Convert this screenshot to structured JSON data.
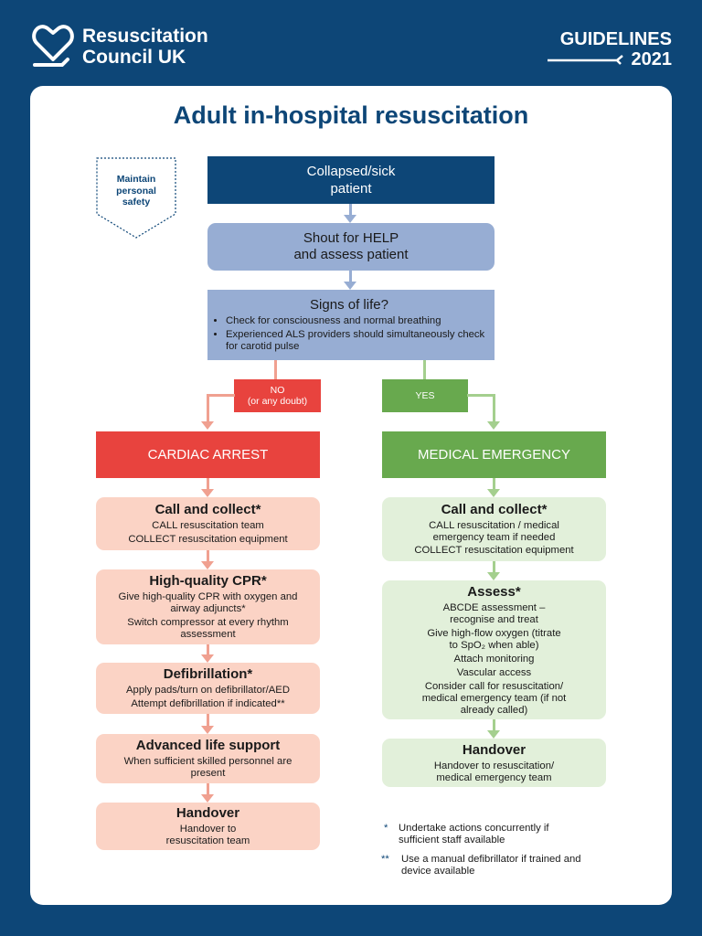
{
  "header": {
    "logo_line1": "Resuscitation",
    "logo_line2": "Council UK",
    "guidelines": "GUIDELINES",
    "year": "2021"
  },
  "title": "Adult in-hospital resuscitation",
  "safety": "Maintain personal safety",
  "nodes": {
    "collapsed": "Collapsed/sick patient",
    "shout_line1": "Shout for HELP",
    "shout_line2": "and assess patient",
    "signs_title": "Signs of life?",
    "signs_bullets": [
      "Check for consciousness and normal breathing",
      "Experienced ALS providers should simultaneously check for carotid pulse"
    ],
    "no_line1": "NO",
    "no_line2": "(or any doubt)",
    "yes": "YES",
    "cardiac_arrest": "CARDIAC ARREST",
    "medical_emergency": "MEDICAL EMERGENCY"
  },
  "left": [
    {
      "title": "Call and collect*",
      "lines": [
        "CALL resuscitation team",
        "COLLECT resuscitation equipment"
      ]
    },
    {
      "title": "High-quality CPR*",
      "lines": [
        "Give high-quality CPR with oxygen and airway adjuncts*",
        "Switch compressor at every rhythm assessment"
      ]
    },
    {
      "title": "Defibrillation*",
      "lines": [
        "Apply pads/turn on defibrillator/AED",
        "Attempt defibrillation if indicated**"
      ]
    },
    {
      "title": "Advanced life support",
      "lines": [
        "When sufficient skilled personnel are present"
      ]
    },
    {
      "title": "Handover",
      "lines": [
        "Handover to resuscitation team"
      ]
    }
  ],
  "right": [
    {
      "title": "Call and collect*",
      "lines": [
        "CALL resuscitation / medical emergency team if needed",
        "COLLECT resuscitation equipment"
      ]
    },
    {
      "title": "Assess*",
      "lines": [
        "ABCDE assessment – recognise and treat",
        "Give high-flow oxygen (titrate to SpO₂ when able)",
        "Attach monitoring",
        "Vascular access",
        "Consider call for resuscitation/ medical emergency team (if not already called)"
      ]
    },
    {
      "title": "Handover",
      "lines": [
        "Handover to resuscitation/ medical emergency team"
      ]
    }
  ],
  "footnotes": [
    {
      "mark": "*",
      "text": "Undertake actions concurrently if sufficient staff available"
    },
    {
      "mark": "**",
      "text": "Use a manual defibrillator if trained and device available"
    }
  ],
  "colors": {
    "navy": "#0d4677",
    "lightblue": "#97add3",
    "red": "#e8433e",
    "green": "#68a94e",
    "pink": "#fbd3c5",
    "lightgreen": "#e2f0da"
  }
}
